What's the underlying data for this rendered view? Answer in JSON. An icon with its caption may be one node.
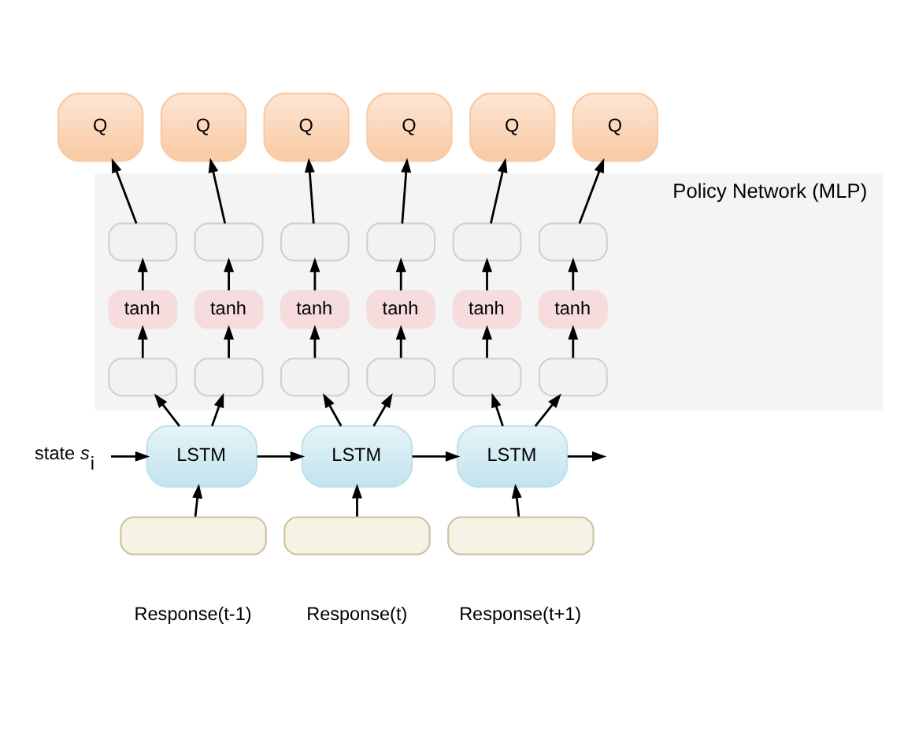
{
  "diagram": {
    "nodes": [
      {
        "text": [
          "Q"
        ]
      },
      {
        "text": [
          "Q"
        ]
      },
      {
        "text": [
          "Q"
        ]
      },
      {
        "text": [
          "Q"
        ]
      },
      {
        "text": [
          "Q"
        ]
      },
      {
        "text": [
          "Q"
        ]
      },
      {
        "text": [
          "Policy Network (MLP)"
        ]
      },
      {
        "text": [],
        "shape": "box",
        "in": 6
      },
      {
        "text": [],
        "shape": "box",
        "in": 6
      },
      {
        "text": [],
        "shape": "box",
        "in": 6
      },
      {
        "text": [],
        "shape": "box",
        "in": 6
      },
      {
        "text": [],
        "shape": "box",
        "in": 6
      },
      {
        "text": [],
        "shape": "box",
        "in": 6
      },
      {
        "text": [
          "tanh"
        ],
        "in": 6
      },
      {
        "text": [
          "tanh"
        ],
        "in": 6
      },
      {
        "text": [
          "tanh"
        ],
        "in": 6
      },
      {
        "text": [
          "tanh"
        ],
        "in": 6
      },
      {
        "text": [
          "tanh"
        ],
        "in": 6
      },
      {
        "text": [
          "tanh"
        ],
        "in": 6
      },
      {
        "text": [],
        "shape": "box",
        "in": 6
      },
      {
        "text": [],
        "shape": "box",
        "in": 6
      },
      {
        "text": [],
        "shape": "box",
        "in": 6
      },
      {
        "text": [],
        "shape": "box",
        "in": 6
      },
      {
        "text": [],
        "shape": "box",
        "in": 6
      },
      {
        "text": [],
        "shape": "box",
        "in": 6
      },
      {
        "text": [
          "state *s*$_{i}$"
        ]
      },
      {
        "text": [
          "LSTM"
        ]
      },
      {
        "text": [
          "LSTM"
        ]
      },
      {
        "text": [
          "LSTM"
        ]
      },
      {
        "text": [],
        "shape": "box",
        "beside": [
          "Response(t-1)"
        ]
      },
      {
        "text": [],
        "shape": "box",
        "beside": [
          "Response(t)"
        ]
      },
      {
        "text": [],
        "shape": "box",
        "beside": [
          "Response(t+1)"
        ]
      }
    ],
    "edges": [
      {
        "from": 7,
        "to": 0,
        "arrow": "to"
      },
      {
        "from": 8,
        "to": 1,
        "arrow": "to"
      },
      {
        "from": 9,
        "to": 2,
        "arrow": "to"
      },
      {
        "from": 10,
        "to": 3,
        "arrow": "to"
      },
      {
        "from": 11,
        "to": 4,
        "arrow": "to"
      },
      {
        "from": 12,
        "to": 5,
        "arrow": "to"
      },
      {
        "from": 13,
        "to": 7,
        "arrow": "to"
      },
      {
        "from": 14,
        "to": 8,
        "arrow": "to"
      },
      {
        "from": 15,
        "to": 9,
        "arrow": "to"
      },
      {
        "from": 16,
        "to": 10,
        "arrow": "to"
      },
      {
        "from": 17,
        "to": 11,
        "arrow": "to"
      },
      {
        "from": 18,
        "to": 12,
        "arrow": "to"
      },
      {
        "from": 19,
        "to": 13,
        "arrow": "to"
      },
      {
        "from": 20,
        "to": 14,
        "arrow": "to"
      },
      {
        "from": 21,
        "to": 15,
        "arrow": "to"
      },
      {
        "from": 22,
        "to": 16,
        "arrow": "to"
      },
      {
        "from": 23,
        "to": 17,
        "arrow": "to"
      },
      {
        "from": 24,
        "to": 18,
        "arrow": "to"
      },
      {
        "from": 26,
        "to": 19,
        "arrow": "to"
      },
      {
        "from": 26,
        "to": 20,
        "arrow": "to"
      },
      {
        "from": 27,
        "to": 21,
        "arrow": "to"
      },
      {
        "from": 27,
        "to": 22,
        "arrow": "to"
      },
      {
        "from": 28,
        "to": 23,
        "arrow": "to"
      },
      {
        "from": 28,
        "to": 24,
        "arrow": "to"
      },
      {
        "from": 25,
        "to": 26,
        "arrow": "to"
      },
      {
        "from": 26,
        "to": 27,
        "arrow": "to"
      },
      {
        "from": 27,
        "to": 28,
        "arrow": "to"
      },
      {
        "from": 28,
        "to": null,
        "arrow": "to"
      },
      {
        "from": 29,
        "to": 26,
        "arrow": "to"
      },
      {
        "from": 30,
        "to": 27,
        "arrow": "to"
      },
      {
        "from": 31,
        "to": 28,
        "arrow": "to"
      }
    ]
  }
}
